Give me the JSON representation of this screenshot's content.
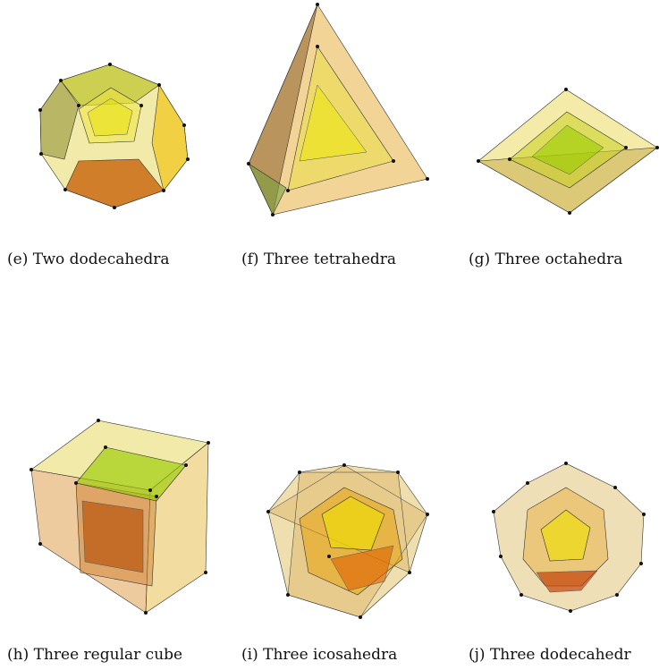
{
  "captions": {
    "e": "(e) Two dodecahedra",
    "f": "(f) Three tetrahedra",
    "g": "(g) Three octahedra",
    "h": "(h) Three regular cube",
    "i": "(i) Three icosahedra",
    "j": "(j) Three dodecahedr"
  },
  "colors": {
    "yellow": "#e8e000",
    "green_yellow": "#9acd00",
    "orange": "#e09000",
    "dark_orange": "#c45a00",
    "olive": "#8a8a30",
    "vertex": "#111111"
  }
}
